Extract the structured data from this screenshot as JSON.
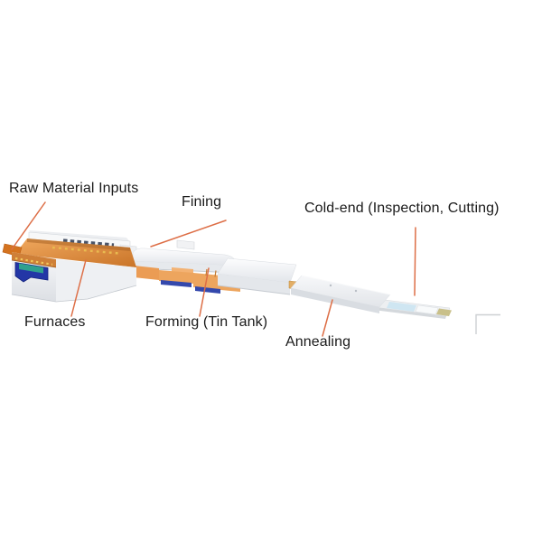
{
  "diagram": {
    "labels": {
      "raw_material_inputs": "Raw Material Inputs",
      "fining": "Fining",
      "cold_end": "Cold-end (Inspection, Cutting)",
      "furnaces": "Furnaces",
      "forming": "Forming (Tin Tank)",
      "annealing": "Annealing"
    },
    "colors": {
      "leader_line": "#dd6e46",
      "molten_glass_orange": "#e09048",
      "raw_inlet_orange": "#d4731f",
      "glass_bath_teal": "#2fa08e",
      "furnace_blue": "#2336a6",
      "channel_trim_blue": "#3448ac",
      "structure_white": "#f2f3f5",
      "structure_shadow": "#d8dbe0",
      "cold_glass_blue": "#cfe6f2",
      "cut_sheet_tan": "#c9c08a",
      "text": "#1a1a1a",
      "frame_corner": "#cdd0d3"
    }
  }
}
